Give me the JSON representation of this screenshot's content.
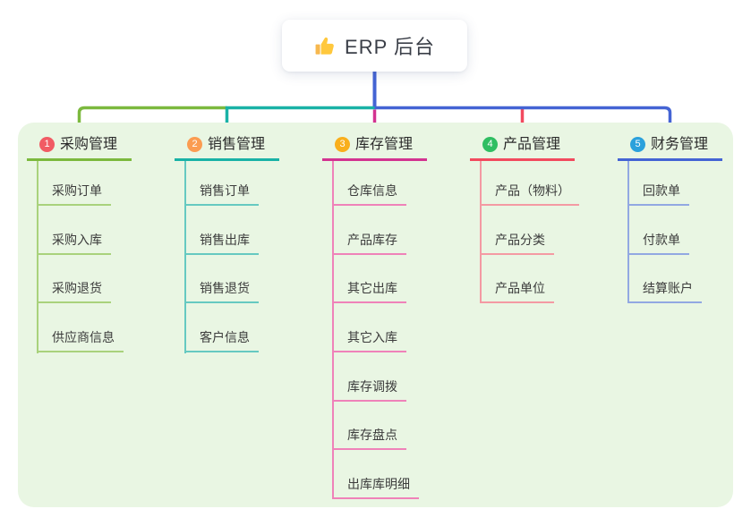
{
  "root": {
    "title": "ERP 后台",
    "icon": "thumbs-up-icon"
  },
  "connector": {
    "trunk_color": "#4464d4"
  },
  "panel_color": "#e9f6e3",
  "branches": [
    {
      "badge": "1",
      "label": "采购管理",
      "colors": {
        "main": "#7cb93e",
        "light": "#a9d27c",
        "badge": "#f15b64"
      },
      "items": [
        "采购订单",
        "采购入库",
        "采购退货",
        "供应商信息"
      ]
    },
    {
      "badge": "2",
      "label": "销售管理",
      "colors": {
        "main": "#19b2a6",
        "light": "#66c9c1",
        "badge": "#fb9c51"
      },
      "items": [
        "销售订单",
        "销售出库",
        "销售退货",
        "客户信息"
      ]
    },
    {
      "badge": "3",
      "label": "库存管理",
      "colors": {
        "main": "#d33390",
        "light": "#ef82b9",
        "badge": "#f9af1c"
      },
      "items": [
        "仓库信息",
        "产品库存",
        "其它出库",
        "其它入库",
        "库存调拨",
        "库存盘点",
        "出库库明细"
      ]
    },
    {
      "badge": "4",
      "label": "产品管理",
      "colors": {
        "main": "#f24a5e",
        "light": "#f49aa3",
        "badge": "#2fbe62"
      },
      "items": [
        "产品（物料）",
        "产品分类",
        "产品单位"
      ]
    },
    {
      "badge": "5",
      "label": "财务管理",
      "colors": {
        "main": "#4464d4",
        "light": "#92a8e2",
        "badge": "#2ba1dc"
      },
      "items": [
        "回款单",
        "付款单",
        "结算账户"
      ]
    }
  ]
}
